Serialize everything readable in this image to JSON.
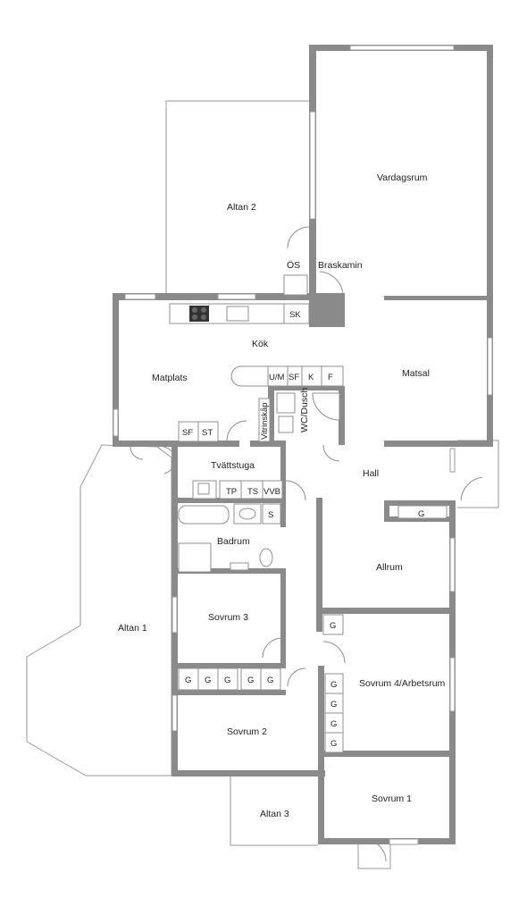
{
  "rooms": {
    "vardagsrum": "Vardagsrum",
    "altan2": "Altan 2",
    "braskamin": "Braskamin",
    "os": "ÖS",
    "kok": "Kök",
    "matplats": "Matplats",
    "matsal": "Matsal",
    "tvattstuga": "Tvättstuga",
    "hall": "Hall",
    "badrum": "Badrum",
    "allrum": "Allrum",
    "sovrum3": "Sovrum 3",
    "altan1": "Altan 1",
    "sovrum4": "Sovrum 4/Arbetsrum",
    "sovrum2": "Sovrum 2",
    "sovrum1": "Sovrum 1",
    "altan3": "Altan 3",
    "wc": "WC/Dusch",
    "vitrinskap": "Vitrinskåp"
  },
  "fixtures": {
    "sk": "SK",
    "um": "U/M",
    "sf_kitchen": "SF",
    "k": "K",
    "f": "F",
    "sf": "SF",
    "st": "ST",
    "tp": "TP",
    "ts": "TS",
    "vvb": "VVB",
    "s": "S",
    "g_hall": "G",
    "g_allrum": "G",
    "g_row": [
      "G",
      "G",
      "G",
      "G",
      "G"
    ],
    "g_col": [
      "G",
      "G",
      "G",
      "G"
    ]
  }
}
